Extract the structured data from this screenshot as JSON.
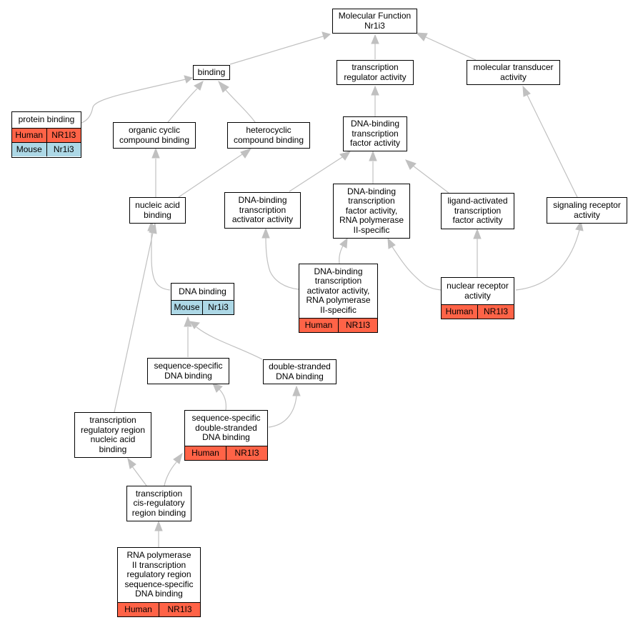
{
  "colors": {
    "edge": "#c0c0c0",
    "human": "#FF6347",
    "mouse": "#ADD8E6",
    "border": "#000000"
  },
  "nodes": {
    "root": {
      "label": "Molecular Function\nNr1i3"
    },
    "binding": {
      "label": "binding"
    },
    "tra": {
      "label": "transcription\nregulator activity"
    },
    "mta": {
      "label": "molecular transducer\nactivity"
    },
    "protein_binding": {
      "label": "protein binding",
      "rows": [
        [
          "Human",
          "NR1I3"
        ],
        [
          "Mouse",
          "Nr1i3"
        ]
      ]
    },
    "occb": {
      "label": "organic cyclic\ncompound binding"
    },
    "hcb": {
      "label": "heterocyclic\ncompound binding"
    },
    "dbtfa": {
      "label": "DNA-binding\ntranscription\nfactor activity"
    },
    "nab": {
      "label": "nucleic acid\nbinding"
    },
    "dbtaa": {
      "label": "DNA-binding\ntranscription\nactivator activity"
    },
    "dbtfa_pol2": {
      "label": "DNA-binding\ntranscription\nfactor activity,\nRNA polymerase\nII-specific"
    },
    "latfa": {
      "label": "ligand-activated\ntranscription\nfactor activity"
    },
    "sra": {
      "label": "signaling receptor\nactivity"
    },
    "dna_binding": {
      "label": "DNA binding",
      "rows": [
        [
          "Mouse",
          "Nr1i3"
        ]
      ]
    },
    "dbtaa_pol2": {
      "label": "DNA-binding\ntranscription\nactivator activity,\nRNA polymerase\nII-specific",
      "rows": [
        [
          "Human",
          "NR1I3"
        ]
      ]
    },
    "nra": {
      "label": "nuclear receptor\nactivity",
      "rows": [
        [
          "Human",
          "NR1I3"
        ]
      ]
    },
    "ssdb": {
      "label": "sequence-specific\nDNA binding"
    },
    "dsdb": {
      "label": "double-stranded\nDNA binding"
    },
    "ssdsdb": {
      "label": "sequence-specific\ndouble-stranded\nDNA binding",
      "rows": [
        [
          "Human",
          "NR1I3"
        ]
      ]
    },
    "trrnab": {
      "label": "transcription\nregulatory region\nnucleic acid\nbinding"
    },
    "tcrrb": {
      "label": "transcription\ncis-regulatory\nregion binding"
    },
    "pol2_trrssdb": {
      "label": "RNA polymerase\nII transcription\nregulatory region\nsequence-specific\nDNA binding",
      "rows": [
        [
          "Human",
          "NR1I3"
        ]
      ]
    }
  }
}
